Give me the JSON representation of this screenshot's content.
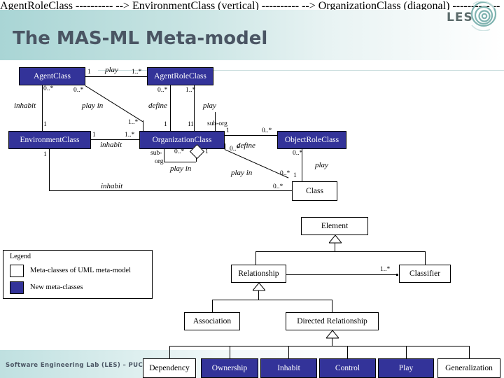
{
  "header": {
    "title": "The MAS-ML Meta-model",
    "logo_text": "LES",
    "logo_icon": "spiral-swirl-logo"
  },
  "footer": {
    "text": "Software Engineering Lab (LES) – PUC-Rio"
  },
  "colors": {
    "new_meta_class_fill": "#333399",
    "uml_meta_class_fill": "#ffffff",
    "banner_teal": "#a9d5d5",
    "title_gray": "#4a5563",
    "line": "#000000"
  },
  "diagram": {
    "classes": [
      {
        "id": "agentclass",
        "label": "AgentClass",
        "kind": "new"
      },
      {
        "id": "agentroleclass",
        "label": "AgentRoleClass",
        "kind": "new"
      },
      {
        "id": "environmentclass",
        "label": "EnvironmentClass",
        "kind": "new"
      },
      {
        "id": "organizationclass",
        "label": "OrganizationClass",
        "kind": "new"
      },
      {
        "id": "objectroleclass",
        "label": "ObjectRoleClass",
        "kind": "new"
      },
      {
        "id": "class",
        "label": "Class",
        "kind": "uml"
      },
      {
        "id": "element",
        "label": "Element",
        "kind": "uml"
      },
      {
        "id": "relationship",
        "label": "Relationship",
        "kind": "uml"
      },
      {
        "id": "classifier",
        "label": "Classifier",
        "kind": "uml"
      },
      {
        "id": "association",
        "label": "Association",
        "kind": "uml"
      },
      {
        "id": "directedrel",
        "label": "Directed Relationship",
        "kind": "uml"
      },
      {
        "id": "dependency",
        "label": "Dependency",
        "kind": "uml"
      },
      {
        "id": "ownership",
        "label": "Ownership",
        "kind": "new"
      },
      {
        "id": "inhabit_box",
        "label": "Inhabit",
        "kind": "new"
      },
      {
        "id": "control",
        "label": "Control",
        "kind": "new"
      },
      {
        "id": "play_box",
        "label": "Play",
        "kind": "new"
      },
      {
        "id": "generalization",
        "label": "Generalization",
        "kind": "uml"
      }
    ],
    "relation_labels": [
      {
        "id": "play_agent_role",
        "text": "play"
      },
      {
        "id": "inhabit_agent_env",
        "text": "inhabit"
      },
      {
        "id": "play_in_agent_org",
        "text": "play in"
      },
      {
        "id": "define_role_org",
        "text": "define"
      },
      {
        "id": "play_role_org",
        "text": "play"
      },
      {
        "id": "inhabit_env_org",
        "text": "inhabit"
      },
      {
        "id": "inhabit_env_class",
        "text": "inhabit"
      },
      {
        "id": "sub_org_top",
        "text": "sub-org"
      },
      {
        "id": "sub_org_left",
        "text": "sub-"
      },
      {
        "id": "sub_org_left2",
        "text": "org"
      },
      {
        "id": "play_in_org_self",
        "text": "play in"
      },
      {
        "id": "play_in_org_class",
        "text": "play in"
      },
      {
        "id": "define_org_objrole",
        "text": "define"
      },
      {
        "id": "play_objrole_class",
        "text": "play"
      }
    ],
    "multiplicities": [
      {
        "id": "m_agent_play_1",
        "text": "1"
      },
      {
        "id": "m_agent_play_n",
        "text": "1..*"
      },
      {
        "id": "m_agent_inhabit_n",
        "text": "0..*"
      },
      {
        "id": "m_agent_playin_n",
        "text": "0..*"
      },
      {
        "id": "m_role_define_n",
        "text": "0..*"
      },
      {
        "id": "m_role_play_n",
        "text": "1..*"
      },
      {
        "id": "m_env_inhabit_1",
        "text": "1"
      },
      {
        "id": "m_org_playin_n",
        "text": "1..*"
      },
      {
        "id": "m_env_side_1",
        "text": "1"
      },
      {
        "id": "m_org_inhabit_n",
        "text": "1..*"
      },
      {
        "id": "m_org_define_1",
        "text": "1"
      },
      {
        "id": "m_org_play_1",
        "text": "1"
      },
      {
        "id": "m_org_suborg_1",
        "text": "1"
      },
      {
        "id": "m_org_subleft_n",
        "text": "0..*"
      },
      {
        "id": "m_org_subright_1",
        "text": "1"
      },
      {
        "id": "m_org_objrole_n",
        "text": "0..*"
      },
      {
        "id": "m_objrole_play_n",
        "text": "0..*"
      },
      {
        "id": "m_class_play_1",
        "text": "1"
      },
      {
        "id": "m_org_playin_class",
        "text": "0..*"
      },
      {
        "id": "m_class_playin_n",
        "text": "0..*"
      },
      {
        "id": "m_env_bottom_1",
        "text": "1"
      },
      {
        "id": "m_class_inhabit_n",
        "text": "0..*"
      },
      {
        "id": "m_classifier_n",
        "text": "1..*"
      }
    ]
  },
  "legend": {
    "title": "Legend",
    "items": [
      {
        "swatch": "#ffffff",
        "label": "Meta-classes of UML meta-model"
      },
      {
        "swatch": "#333399",
        "label": "New meta-classes"
      }
    ]
  }
}
